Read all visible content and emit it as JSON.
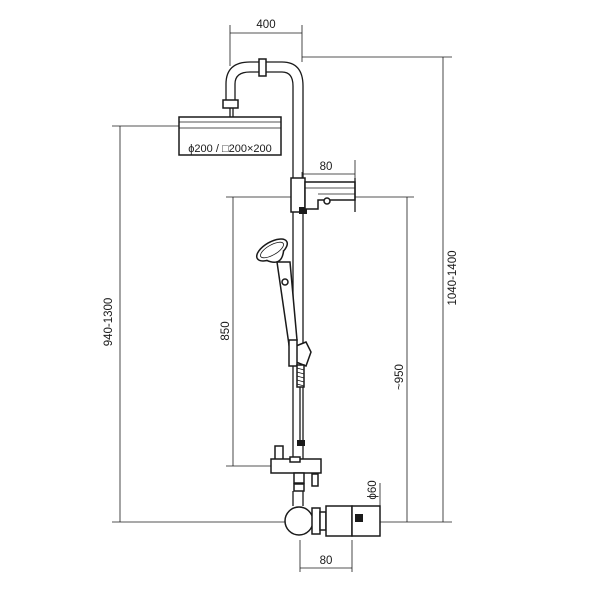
{
  "dimensions": {
    "arm_width": "400",
    "showerhead_size": "ϕ200 / □200×200",
    "bracket_depth": "80",
    "column_height": "1040-1400",
    "head_height": "940-1300",
    "rail_height": "850",
    "handshower_height": "~950",
    "valve_diameter": "ϕ60",
    "valve_depth": "80"
  }
}
